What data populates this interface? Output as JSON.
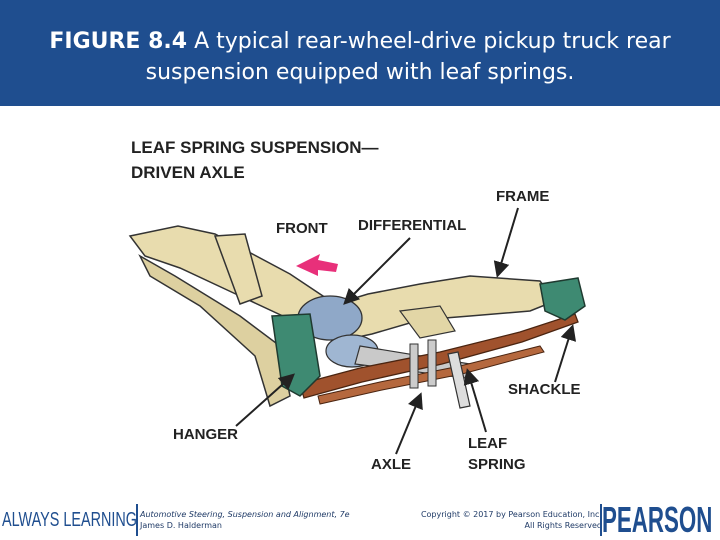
{
  "header": {
    "figure_number": "FIGURE 8.4",
    "caption": " A typical rear-wheel-drive pickup truck rear suspension equipped with leaf springs."
  },
  "diagram": {
    "title_line1": "LEAF SPRING SUSPENSION—",
    "title_line2": "DRIVEN AXLE",
    "labels": {
      "front": "FRONT",
      "differential": "DIFFERENTIAL",
      "frame": "FRAME",
      "shackle": "SHACKLE",
      "hanger": "HANGER",
      "axle": "AXLE",
      "leaf_line1": "LEAF",
      "leaf_line2": "SPRING"
    },
    "colors": {
      "frame": "#e8dcae",
      "spring": "#a0522d",
      "bracket": "#3e8a72",
      "differential": "#8fa8c8",
      "arrow": "#e8307a"
    }
  },
  "footer": {
    "brand_left": "ALWAYS LEARNING",
    "book_title": "Automotive Steering, Suspension and Alignment, 7e",
    "author": "James D. Halderman",
    "copyright": "Copyright © 2017 by Pearson Education, Inc.",
    "rights": "All Rights Reserved",
    "brand_right": "PEARSON"
  }
}
